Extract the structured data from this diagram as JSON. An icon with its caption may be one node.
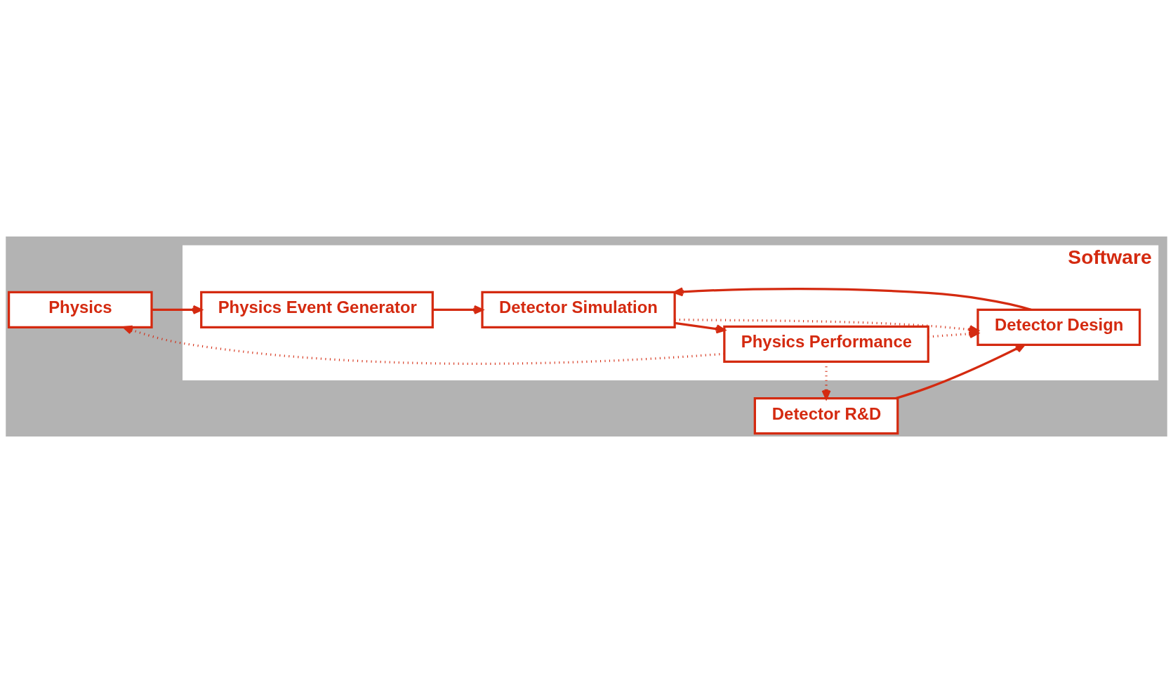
{
  "diagram": {
    "nodes": [
      {
        "text": [
          "Physics"
        ]
      },
      {
        "text": [
          "Software"
        ]
      },
      {
        "text": [
          "Physics Event Generator"
        ],
        "in": 1
      },
      {
        "text": [
          "Detector Simulation"
        ],
        "in": 1
      },
      {
        "text": [
          "Physics Performance"
        ],
        "in": 1
      },
      {
        "text": [
          "Detector Design"
        ],
        "in": 1
      },
      {
        "text": [
          "Detector R&D"
        ]
      }
    ],
    "edges": [
      {
        "from": 0,
        "to": 2,
        "arrow": "to"
      },
      {
        "from": 2,
        "to": 3,
        "arrow": "to"
      },
      {
        "from": 3,
        "to": 4,
        "arrow": "to"
      },
      {
        "from": 3,
        "to": 5,
        "arrow": "to",
        "style": "dashed"
      },
      {
        "from": 5,
        "to": 3,
        "arrow": "to"
      },
      {
        "from": 6,
        "to": 5,
        "arrow": "to"
      },
      {
        "from": 4,
        "to": 0,
        "arrow": "to",
        "style": "dashed"
      },
      {
        "from": 4,
        "to": 5,
        "arrow": "to",
        "style": "dashed"
      },
      {
        "from": 4,
        "to": 6,
        "arrow": "to",
        "style": "dashed"
      }
    ]
  }
}
